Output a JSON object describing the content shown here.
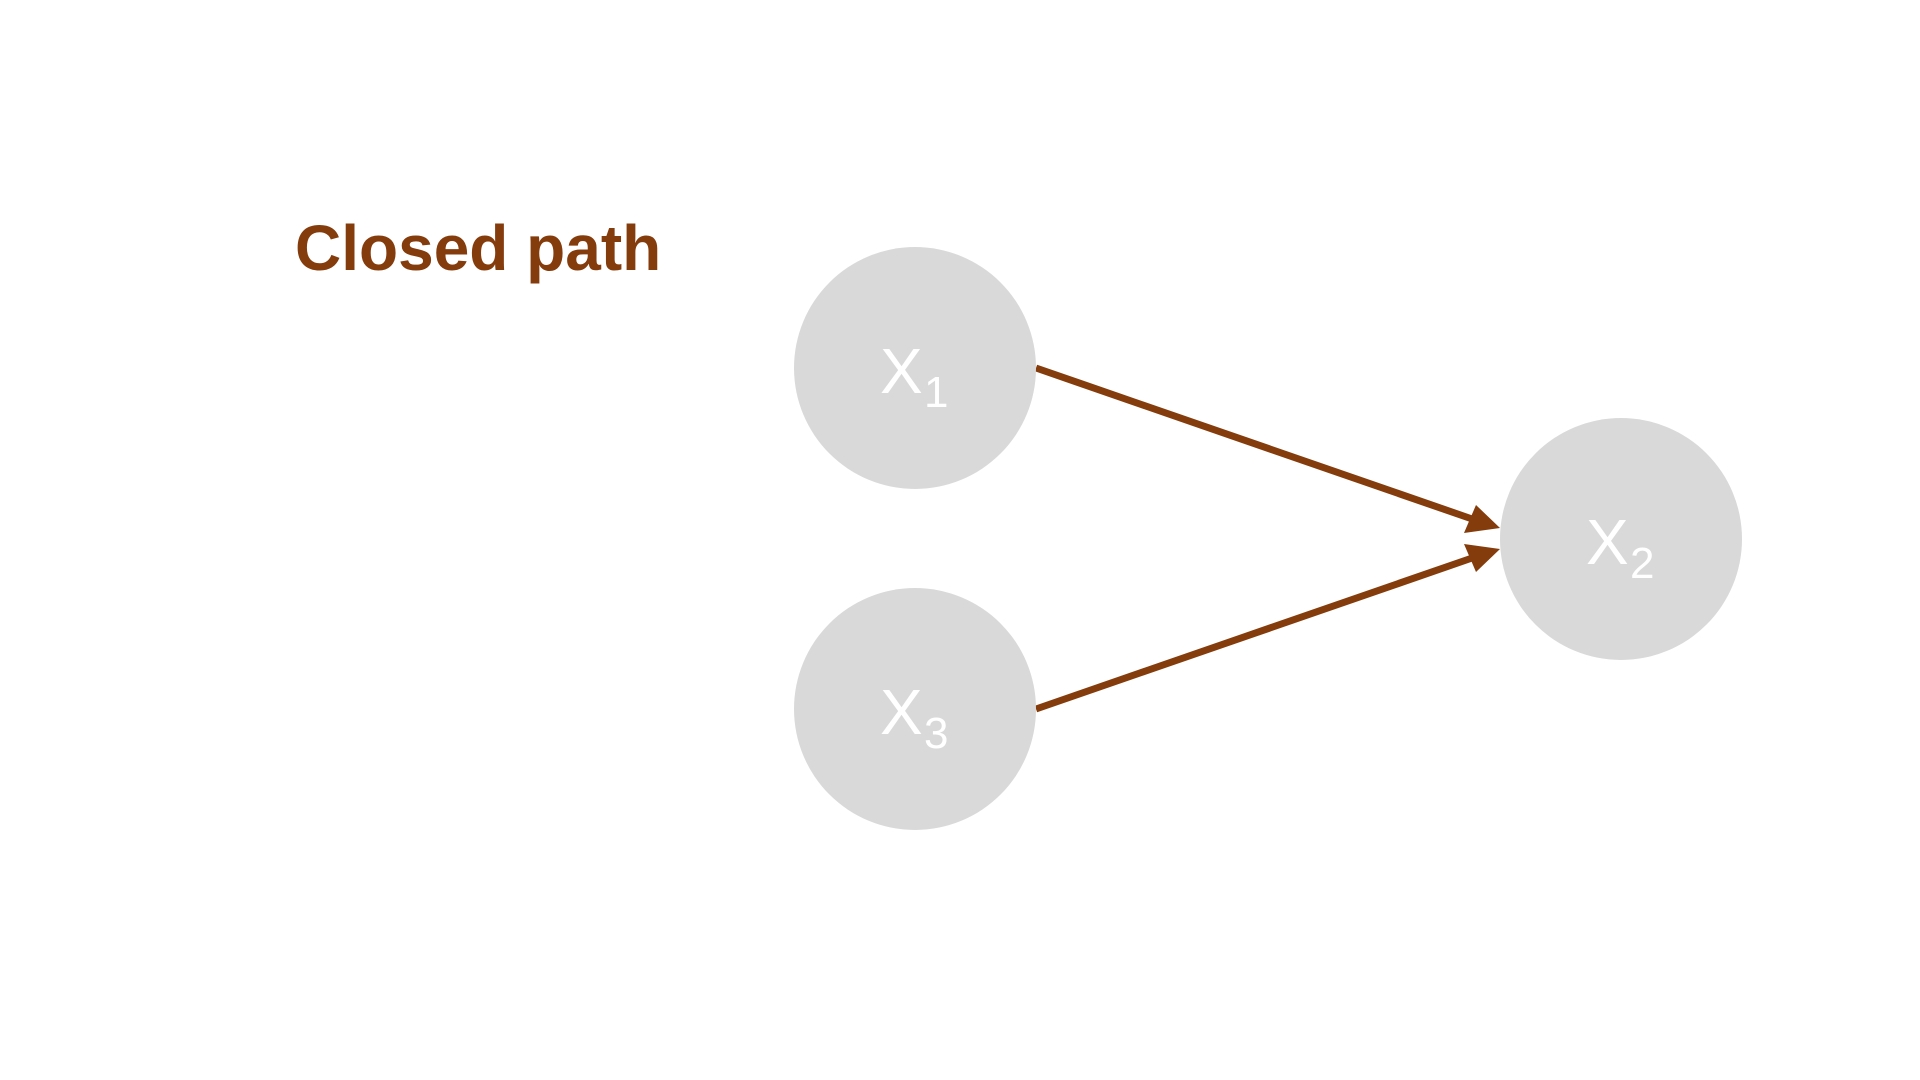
{
  "title": "Closed path",
  "colors": {
    "accent": "#843C0C",
    "node_fill": "#D9D9D9",
    "node_text": "#FFFFFF",
    "background": "#FFFFFF"
  },
  "nodes": [
    {
      "id": "x1",
      "var": "X",
      "sub": "1"
    },
    {
      "id": "x2",
      "var": "X",
      "sub": "2"
    },
    {
      "id": "x3",
      "var": "X",
      "sub": "3"
    }
  ],
  "edges": [
    {
      "from": "x1",
      "to": "x2"
    },
    {
      "from": "x3",
      "to": "x2"
    }
  ]
}
